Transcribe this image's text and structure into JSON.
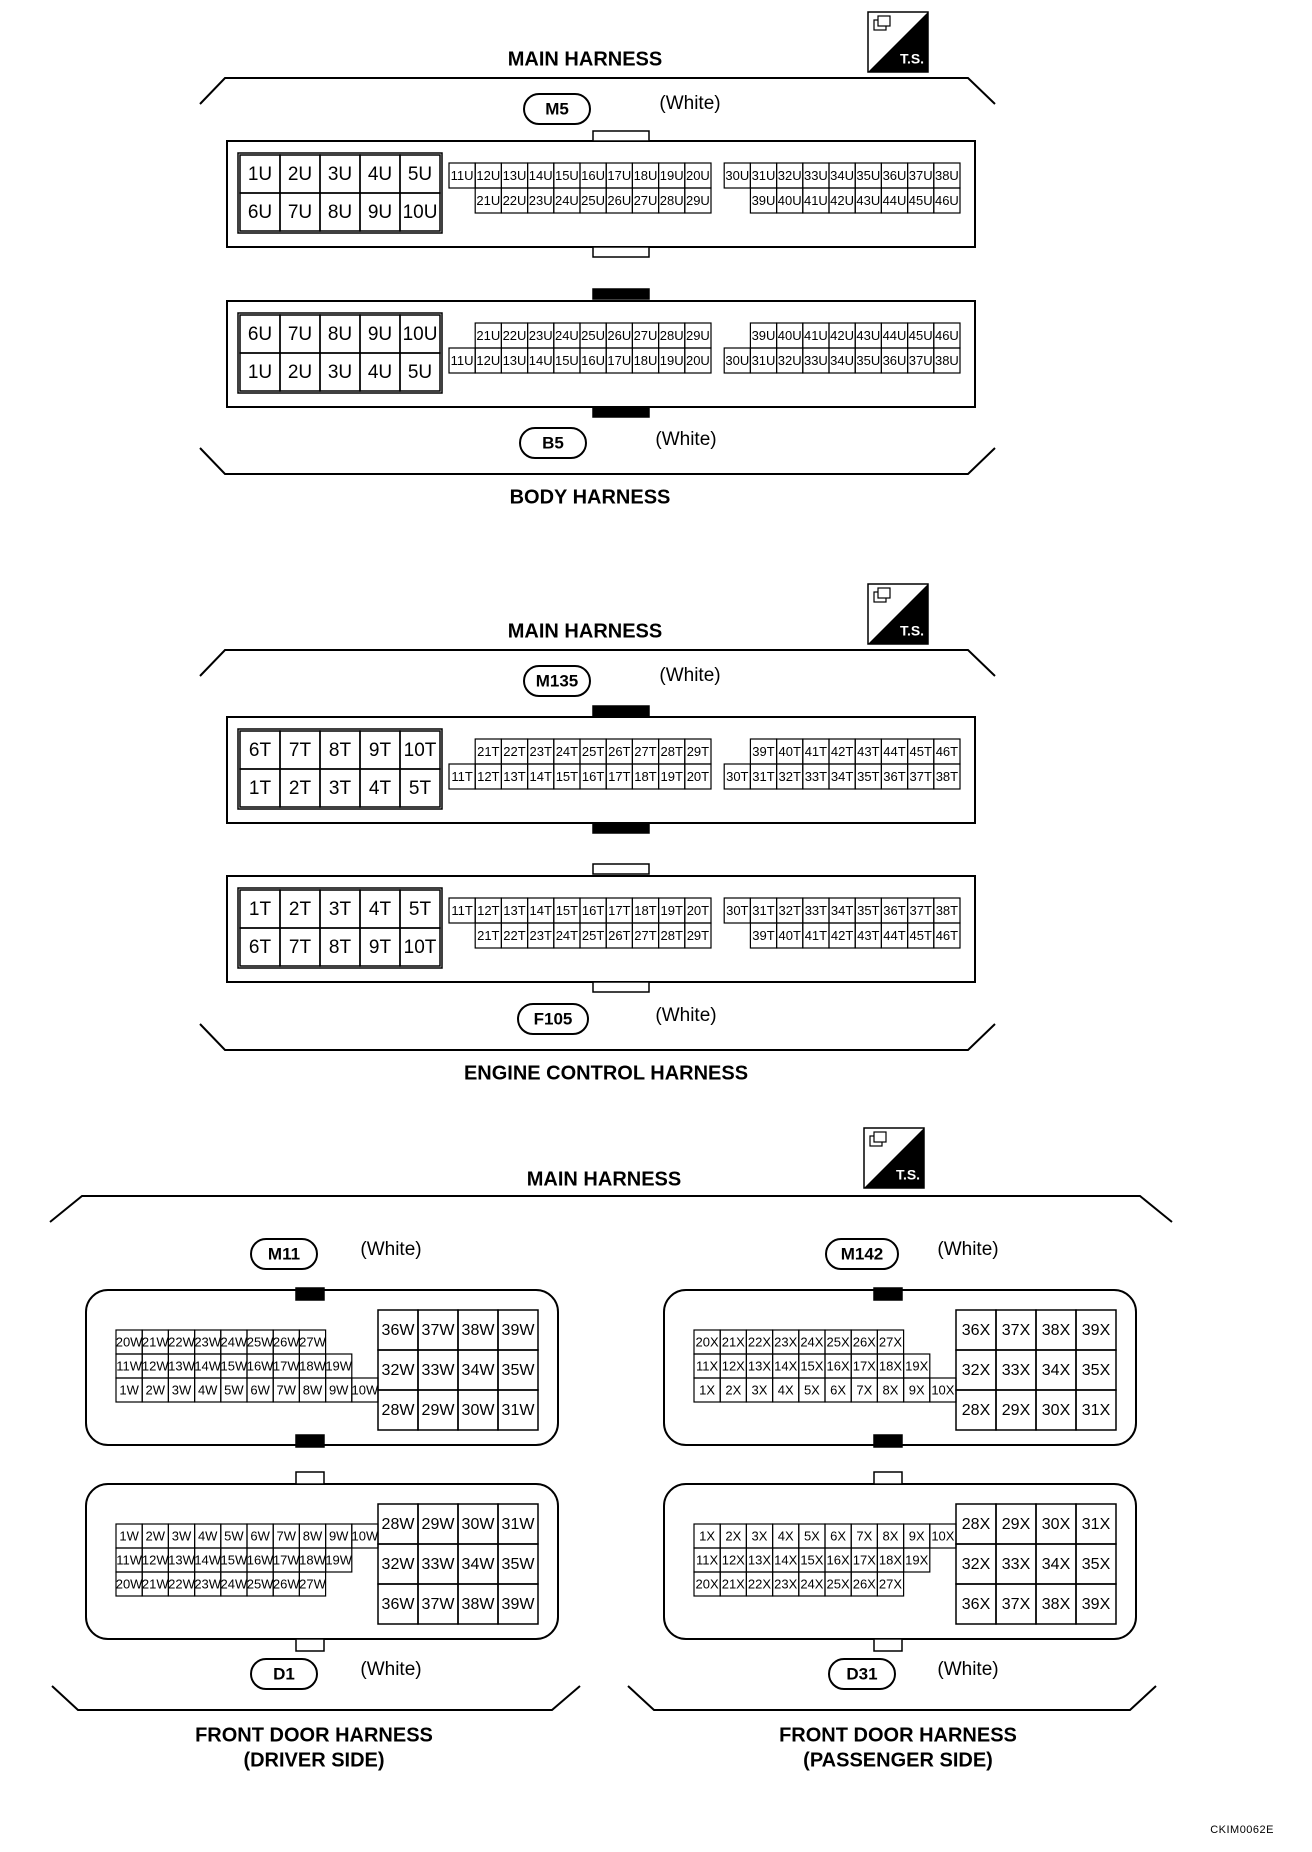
{
  "ts_badge": "T.S.",
  "figure_id": "CKIM0062E",
  "groups": [
    {
      "id": "g1",
      "top_label": "MAIN HARNESS",
      "bottom_label_lines": [
        "BODY HARNESS"
      ],
      "connectors": [
        {
          "id": "M5",
          "color": "(White)",
          "small_rows": [
            [
              "1U",
              "2U",
              "3U",
              "4U",
              "5U"
            ],
            [
              "6U",
              "7U",
              "8U",
              "9U",
              "10U"
            ]
          ],
          "mid_rows": [
            [
              "11U",
              "12U",
              "13U",
              "14U",
              "15U",
              "16U",
              "17U",
              "18U",
              "19U",
              "20U"
            ],
            [
              "21U",
              "22U",
              "23U",
              "24U",
              "25U",
              "26U",
              "27U",
              "28U",
              "29U"
            ]
          ],
          "right_rows": [
            [
              "30U",
              "31U",
              "32U",
              "33U",
              "34U",
              "35U",
              "36U",
              "37U",
              "38U"
            ],
            [
              "39U",
              "40U",
              "41U",
              "42U",
              "43U",
              "44U",
              "45U",
              "46U"
            ]
          ]
        },
        {
          "id": "B5",
          "color": "(White)",
          "small_rows": [
            [
              "6U",
              "7U",
              "8U",
              "9U",
              "10U"
            ],
            [
              "1U",
              "2U",
              "3U",
              "4U",
              "5U"
            ]
          ],
          "mid_rows": [
            [
              "21U",
              "22U",
              "23U",
              "24U",
              "25U",
              "26U",
              "27U",
              "28U",
              "29U"
            ],
            [
              "11U",
              "12U",
              "13U",
              "14U",
              "15U",
              "16U",
              "17U",
              "18U",
              "19U",
              "20U"
            ]
          ],
          "right_rows": [
            [
              "39U",
              "40U",
              "41U",
              "42U",
              "43U",
              "44U",
              "45U",
              "46U"
            ],
            [
              "30U",
              "31U",
              "32U",
              "33U",
              "34U",
              "35U",
              "36U",
              "37U",
              "38U"
            ]
          ]
        }
      ]
    },
    {
      "id": "g2",
      "top_label": "MAIN HARNESS",
      "bottom_label_lines": [
        "ENGINE CONTROL HARNESS"
      ],
      "connectors": [
        {
          "id": "M135",
          "color": "(White)",
          "small_rows": [
            [
              "6T",
              "7T",
              "8T",
              "9T",
              "10T"
            ],
            [
              "1T",
              "2T",
              "3T",
              "4T",
              "5T"
            ]
          ],
          "mid_rows": [
            [
              "21T",
              "22T",
              "23T",
              "24T",
              "25T",
              "26T",
              "27T",
              "28T",
              "29T"
            ],
            [
              "11T",
              "12T",
              "13T",
              "14T",
              "15T",
              "16T",
              "17T",
              "18T",
              "19T",
              "20T"
            ]
          ],
          "right_rows": [
            [
              "39T",
              "40T",
              "41T",
              "42T",
              "43T",
              "44T",
              "45T",
              "46T"
            ],
            [
              "30T",
              "31T",
              "32T",
              "33T",
              "34T",
              "35T",
              "36T",
              "37T",
              "38T"
            ]
          ]
        },
        {
          "id": "F105",
          "color": "(White)",
          "small_rows": [
            [
              "1T",
              "2T",
              "3T",
              "4T",
              "5T"
            ],
            [
              "6T",
              "7T",
              "8T",
              "9T",
              "10T"
            ]
          ],
          "mid_rows": [
            [
              "11T",
              "12T",
              "13T",
              "14T",
              "15T",
              "16T",
              "17T",
              "18T",
              "19T",
              "20T"
            ],
            [
              "21T",
              "22T",
              "23T",
              "24T",
              "25T",
              "26T",
              "27T",
              "28T",
              "29T"
            ]
          ],
          "right_rows": [
            [
              "30T",
              "31T",
              "32T",
              "33T",
              "34T",
              "35T",
              "36T",
              "37T",
              "38T"
            ],
            [
              "39T",
              "40T",
              "41T",
              "42T",
              "43T",
              "44T",
              "45T",
              "46T"
            ]
          ]
        }
      ]
    },
    {
      "id": "g3",
      "top_label": "MAIN HARNESS",
      "left_bottom_label_lines": [
        "FRONT DOOR HARNESS",
        "(DRIVER SIDE)"
      ],
      "right_bottom_label_lines": [
        "FRONT DOOR HARNESS",
        "(PASSENGER SIDE)"
      ],
      "connectors": [
        {
          "id": "M11",
          "color": "(White)",
          "left_rows": [
            [
              "20W",
              "21W",
              "22W",
              "23W",
              "24W",
              "25W",
              "26W",
              "27W"
            ],
            [
              "11W",
              "12W",
              "13W",
              "14W",
              "15W",
              "16W",
              "17W",
              "18W",
              "19W"
            ],
            [
              "1W",
              "2W",
              "3W",
              "4W",
              "5W",
              "6W",
              "7W",
              "8W",
              "9W",
              "10W"
            ]
          ],
          "grid_rows": [
            [
              "36W",
              "37W",
              "38W",
              "39W"
            ],
            [
              "32W",
              "33W",
              "34W",
              "35W"
            ],
            [
              "28W",
              "29W",
              "30W",
              "31W"
            ]
          ]
        },
        {
          "id": "M142",
          "color": "(White)",
          "left_rows": [
            [
              "20X",
              "21X",
              "22X",
              "23X",
              "24X",
              "25X",
              "26X",
              "27X"
            ],
            [
              "11X",
              "12X",
              "13X",
              "14X",
              "15X",
              "16X",
              "17X",
              "18X",
              "19X"
            ],
            [
              "1X",
              "2X",
              "3X",
              "4X",
              "5X",
              "6X",
              "7X",
              "8X",
              "9X",
              "10X"
            ]
          ],
          "grid_rows": [
            [
              "36X",
              "37X",
              "38X",
              "39X"
            ],
            [
              "32X",
              "33X",
              "34X",
              "35X"
            ],
            [
              "28X",
              "29X",
              "30X",
              "31X"
            ]
          ]
        },
        {
          "id": "D1",
          "color": "(White)",
          "left_rows": [
            [
              "1W",
              "2W",
              "3W",
              "4W",
              "5W",
              "6W",
              "7W",
              "8W",
              "9W",
              "10W"
            ],
            [
              "11W",
              "12W",
              "13W",
              "14W",
              "15W",
              "16W",
              "17W",
              "18W",
              "19W"
            ],
            [
              "20W",
              "21W",
              "22W",
              "23W",
              "24W",
              "25W",
              "26W",
              "27W"
            ]
          ],
          "grid_rows": [
            [
              "28W",
              "29W",
              "30W",
              "31W"
            ],
            [
              "32W",
              "33W",
              "34W",
              "35W"
            ],
            [
              "36W",
              "37W",
              "38W",
              "39W"
            ]
          ]
        },
        {
          "id": "D31",
          "color": "(White)",
          "left_rows": [
            [
              "1X",
              "2X",
              "3X",
              "4X",
              "5X",
              "6X",
              "7X",
              "8X",
              "9X",
              "10X"
            ],
            [
              "11X",
              "12X",
              "13X",
              "14X",
              "15X",
              "16X",
              "17X",
              "18X",
              "19X"
            ],
            [
              "20X",
              "21X",
              "22X",
              "23X",
              "24X",
              "25X",
              "26X",
              "27X"
            ]
          ],
          "grid_rows": [
            [
              "28X",
              "29X",
              "30X",
              "31X"
            ],
            [
              "32X",
              "33X",
              "34X",
              "35X"
            ],
            [
              "36X",
              "37X",
              "38X",
              "39X"
            ]
          ]
        }
      ]
    }
  ]
}
